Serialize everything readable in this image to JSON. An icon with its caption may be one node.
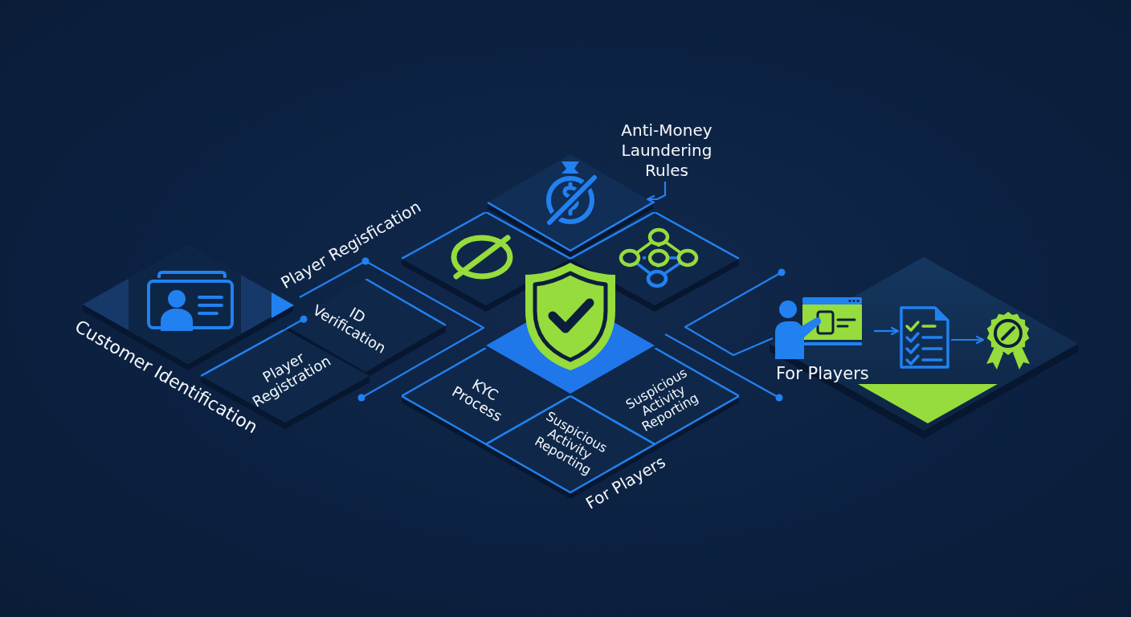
{
  "diagram": {
    "nodes": [
      {
        "text": [
          "Anti-Money Laundering Rules"
        ]
      },
      {
        "text": [],
        "shape": "diamond"
      },
      {
        "text": [],
        "shape": "diamond"
      },
      {
        "text": [],
        "shape": "diamond"
      },
      {
        "text": [],
        "shape": "diamond"
      },
      {
        "text": [
          "ID Verification"
        ]
      },
      {
        "text": [
          "Player Registration"
        ]
      },
      {
        "text": [],
        "shape": "diamond"
      },
      {
        "text": [
          "KYC Process"
        ]
      },
      {
        "text": [
          "Suspicious Activity Reporting"
        ]
      },
      {
        "text": [
          "Suspicious Activity Reporting"
        ]
      },
      {
        "text": [],
        "shape": "diamond"
      },
      {
        "text": [
          "For Players"
        ],
        "in": 11
      },
      {
        "text": [],
        "shape": "picture",
        "in": 11
      },
      {
        "text": [],
        "shape": "picture",
        "in": 11
      }
    ],
    "edges": [
      {
        "from": 0,
        "to": 1,
        "arrow": "to"
      },
      {
        "from": 12,
        "to": 13,
        "arrow": "to"
      },
      {
        "from": 13,
        "to": 14,
        "arrow": "to"
      },
      {
        "from": null,
        "to": 12,
        "arrow": "other"
      }
    ],
    "labels": [
      "Player Regisfication",
      "Customer Identification",
      "For Players"
    ]
  }
}
